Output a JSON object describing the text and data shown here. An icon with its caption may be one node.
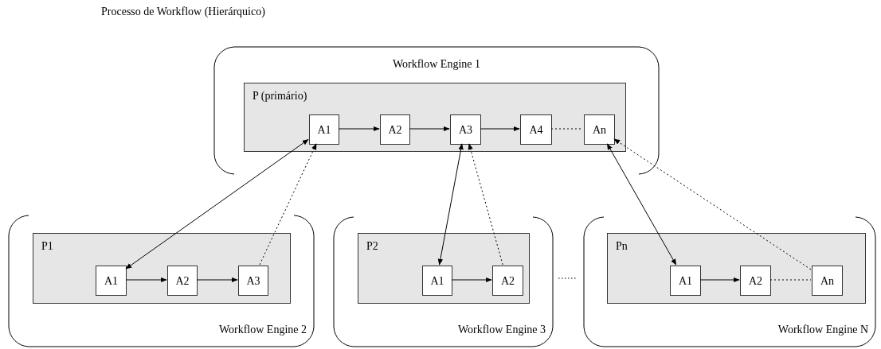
{
  "diagram": {
    "title": "Processo de Workflow (Hierárquico)",
    "nodes": [
      {
        "text": [
          "Workflow Engine 1"
        ]
      },
      {
        "text": [
          "P (primário)"
        ],
        "in": 0
      },
      {
        "text": [
          "A1"
        ],
        "in": 1
      },
      {
        "text": [
          "A2"
        ],
        "in": 1
      },
      {
        "text": [
          "A3"
        ],
        "in": 1
      },
      {
        "text": [
          "A4"
        ],
        "in": 1
      },
      {
        "text": [
          "An"
        ],
        "in": 1
      },
      {
        "text": [
          "Workflow Engine 2"
        ]
      },
      {
        "text": [
          "P1"
        ],
        "in": 7
      },
      {
        "text": [
          "A1"
        ],
        "in": 8
      },
      {
        "text": [
          "A2"
        ],
        "in": 8
      },
      {
        "text": [
          "A3"
        ],
        "in": 8
      },
      {
        "text": [
          "Workflow Engine 3"
        ]
      },
      {
        "text": [
          "P2"
        ],
        "in": 12
      },
      {
        "text": [
          "A1"
        ],
        "in": 13
      },
      {
        "text": [
          "A2"
        ],
        "in": 13
      },
      {
        "text": [
          "Workflow Engine N"
        ]
      },
      {
        "text": [
          "Pn"
        ],
        "in": 16
      },
      {
        "text": [
          "A1"
        ],
        "in": 17
      },
      {
        "text": [
          "A2"
        ],
        "in": 17
      },
      {
        "text": [
          "An"
        ],
        "in": 17
      }
    ],
    "edges": [
      {
        "from": 2,
        "to": 3,
        "arrow": "to"
      },
      {
        "from": 3,
        "to": 4,
        "arrow": "to"
      },
      {
        "from": 4,
        "to": 5,
        "arrow": "to"
      },
      {
        "from": 5,
        "to": 6,
        "arrow": "none",
        "style": "dashed"
      },
      {
        "from": 2,
        "to": 9,
        "arrow": "both"
      },
      {
        "from": 11,
        "to": 2,
        "arrow": "to",
        "style": "dashed"
      },
      {
        "from": 9,
        "to": 10,
        "arrow": "to"
      },
      {
        "from": 10,
        "to": 11,
        "arrow": "to"
      },
      {
        "from": 4,
        "to": 14,
        "arrow": "both"
      },
      {
        "from": 15,
        "to": 4,
        "arrow": "to",
        "style": "dashed"
      },
      {
        "from": 14,
        "to": 15,
        "arrow": "to"
      },
      {
        "from": 6,
        "to": 18,
        "arrow": "both"
      },
      {
        "from": 20,
        "to": 6,
        "arrow": "to",
        "style": "dashed"
      },
      {
        "from": 18,
        "to": 19,
        "arrow": "to"
      },
      {
        "from": 19,
        "to": 20,
        "arrow": "none",
        "style": "dashed"
      }
    ]
  }
}
